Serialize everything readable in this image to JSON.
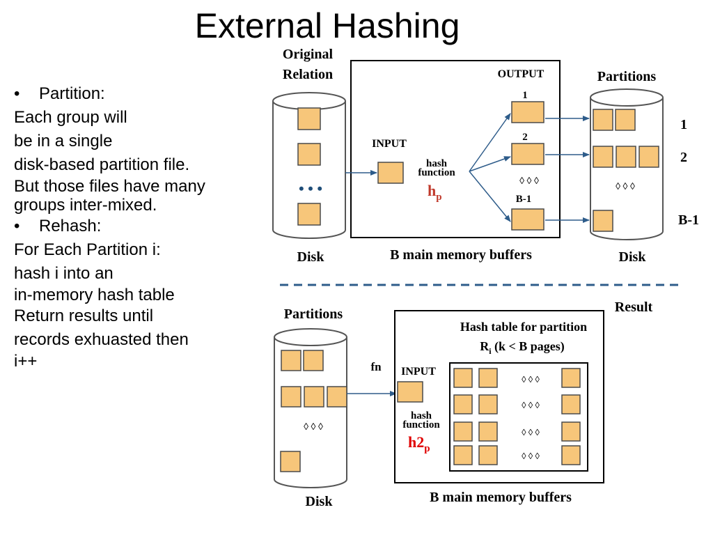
{
  "title": "External Hashing",
  "bullets": [
    {
      "text": "Partition:",
      "bullet": "•"
    },
    {
      "text": "Each group will"
    },
    {
      "text": "be in a single"
    },
    {
      "text": "disk-based partition file."
    },
    {
      "text": "But those files have many",
      "tight": true
    },
    {
      "text": "groups inter-mixed.",
      "tight": true
    },
    {
      "text": "Rehash:",
      "bullet": "•"
    },
    {
      "text": "For Each Partition i:"
    },
    {
      "text": "hash i into an"
    },
    {
      "text": "in-memory hash table",
      "tight": true
    },
    {
      "text": "Return results until"
    },
    {
      "text": "records exhuasted then"
    },
    {
      "text": "i++",
      "tight": true
    }
  ],
  "top": {
    "original_relation_line1": "Original",
    "original_relation_line2": "Relation",
    "disk_left": "Disk",
    "output": "OUTPUT",
    "input": "INPUT",
    "hash_line1": "hash",
    "hash_line2": "function",
    "h_main": "h",
    "h_sub": "p",
    "buf_1": "1",
    "buf_2": "2",
    "buf_b1": "B-1",
    "memory": "B main memory buffers",
    "partitions": "Partitions",
    "disk_right": "Disk",
    "part_1": "1",
    "part_2": "2",
    "part_b1": "B-1",
    "ellipsis_dots": "• • •",
    "diamonds": "◊ ◊ ◊"
  },
  "bottom": {
    "partitions": "Partitions",
    "result": "Result",
    "hash_table_line1": "Hash table for partition",
    "hash_table_R": "R",
    "hash_table_sub": "i",
    "hash_table_rest": " (k < B  pages)",
    "fn": "fn",
    "input": "INPUT",
    "hash_line1": "hash",
    "hash_line2": "function",
    "h_main": "h2",
    "h_sub": "p",
    "disk": "Disk",
    "memory": "B main memory buffers",
    "diamonds": "◊ ◊ ◊"
  },
  "colors": {
    "page_fill": "#F7C67A",
    "page_stroke": "#4A4A4A",
    "arrow": "#2E5C8A",
    "divider": "#2E5C8A",
    "hash_red": "#E00000"
  }
}
